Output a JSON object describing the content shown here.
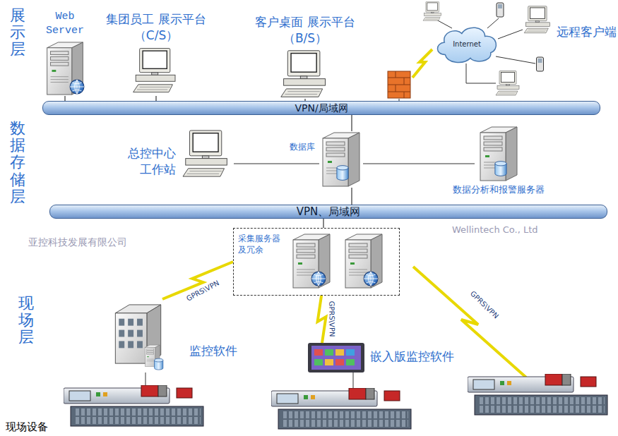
{
  "diagram": {
    "nodes": [
      {
        "text": [
          "Web Server"
        ]
      },
      {
        "text": [
          "集团员工 展示平台（C/S）"
        ]
      },
      {
        "text": [
          "客户桌面 展示平台（B/S）"
        ]
      },
      {
        "text": [
          "Internet"
        ]
      },
      {
        "text": [
          "远程客户端"
        ]
      },
      {
        "text": [
          "VPN/局域网"
        ]
      },
      {
        "text": [
          "总控中心 工作站"
        ]
      },
      {
        "text": [
          "数据库"
        ]
      },
      {
        "text": [
          "数据分析和报警服务器"
        ]
      },
      {
        "text": [
          "VPN、局域网"
        ]
      },
      {
        "text": [
          "采集服务器 及冗余"
        ]
      },
      {
        "text": [
          "监控软件"
        ]
      },
      {
        "text": [
          "嵌入版监控软件"
        ]
      }
    ],
    "edges": [
      {
        "from": 0,
        "to": 5,
        "arrow": "none"
      },
      {
        "from": 1,
        "to": 5,
        "arrow": "none"
      },
      {
        "from": 2,
        "to": 5,
        "arrow": "none"
      },
      {
        "from": 7,
        "to": 5,
        "arrow": "none"
      },
      {
        "from": 6,
        "to": 7,
        "arrow": "none"
      },
      {
        "from": 7,
        "to": 8,
        "arrow": "none"
      },
      {
        "from": 7,
        "to": 9,
        "arrow": "none"
      },
      {
        "from": 10,
        "to": 9,
        "arrow": "none"
      },
      {
        "from": 10,
        "to": 11,
        "label": "GPRS\\VPN",
        "arrow": "none"
      },
      {
        "from": 10,
        "to": 12,
        "label": "GPRS\\VPN",
        "arrow": "none"
      }
    ],
    "labels": [
      "展示层",
      "数据存储层",
      "现场层",
      "GPRS\\VPN",
      "现场设备",
      "亚控科技发展有限公司",
      "Wellintech Co., Ltd"
    ]
  }
}
